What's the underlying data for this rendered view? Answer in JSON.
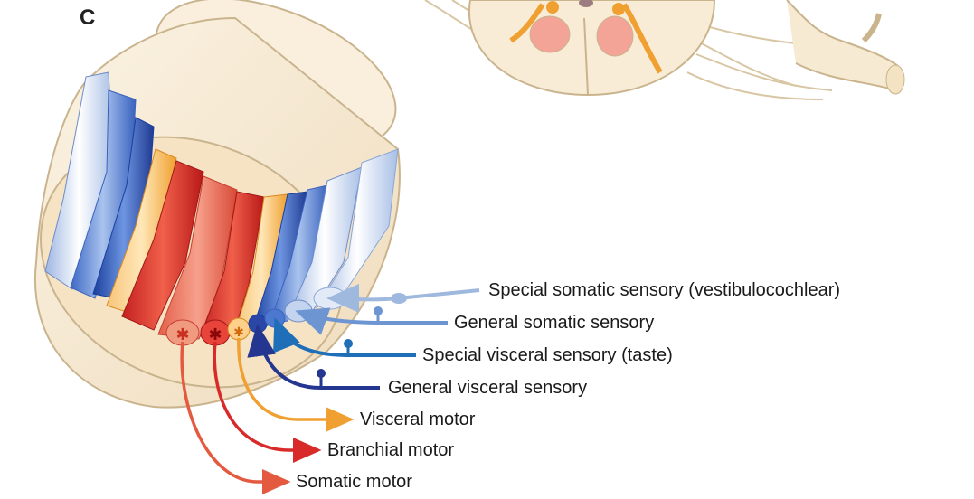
{
  "panel_letter": "C",
  "colors": {
    "special_somatic_sensory": "#9fb8de",
    "general_somatic_sensory": "#6d95d2",
    "special_visceral_sensory": "#1f6fb8",
    "general_visceral_sensory": "#24368f",
    "visceral_motor": "#f0a030",
    "branchial_motor": "#d92a2a",
    "somatic_motor": "#e45a40",
    "cylinder": "#f6e8cf",
    "spinal_cord": "#f8ecd6"
  },
  "labels": {
    "special_somatic_sensory": "Special somatic sensory (vestibulocochlear)",
    "general_somatic_sensory": "General somatic sensory",
    "special_visceral_sensory": "Special visceral sensory (taste)",
    "general_visceral_sensory": "General visceral sensory",
    "visceral_motor": "Visceral motor",
    "branchial_motor": "Branchial motor",
    "somatic_motor": "Somatic motor"
  }
}
